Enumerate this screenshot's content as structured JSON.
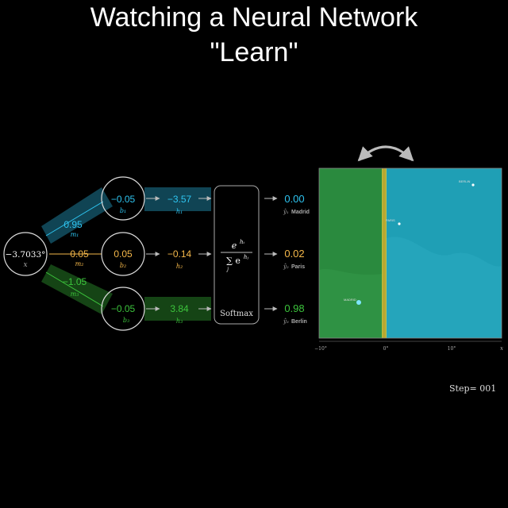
{
  "title": {
    "line1": "Watching a Neural Network",
    "line2": "\"Learn\""
  },
  "input": {
    "value": "−3.7033°",
    "var": "x"
  },
  "weights": [
    {
      "value": "0.95",
      "var": "m₁"
    },
    {
      "value": "0.05",
      "var": "m₂"
    },
    {
      "value": "−1.05",
      "var": "m₃"
    }
  ],
  "hidden": [
    {
      "bias": "−0.05",
      "bias_var": "b₁",
      "out": "−3.57",
      "out_var": "h₁"
    },
    {
      "bias": "0.05",
      "bias_var": "b₂",
      "out": "−0.14",
      "out_var": "h₂"
    },
    {
      "bias": "−0.05",
      "bias_var": "b₃",
      "out": "3.84",
      "out_var": "h₃"
    }
  ],
  "softmax": {
    "numerator": "e",
    "numerator_sup": "hᵢ",
    "denominator": "∑ e",
    "denominator_sup": "hⱼ",
    "sum_index": "j",
    "label": "Softmax"
  },
  "outputs": [
    {
      "value": "0.00",
      "var": "ŷ₁",
      "city": "Madrid"
    },
    {
      "value": "0.02",
      "var": "ŷ₂",
      "city": "Paris"
    },
    {
      "value": "0.98",
      "var": "ŷ₃",
      "city": "Berlin"
    }
  ],
  "map": {
    "cities": [
      "BERLIN",
      "PARIS",
      "MADRID"
    ],
    "ticks": [
      "−10°",
      "0°",
      "10°"
    ],
    "axis_var": "x"
  },
  "step": "Step= 001",
  "colors": {
    "blue": "#2ec4f0",
    "orange": "#f5b84a",
    "green": "#3cc43c",
    "map_green": "#2a8a3e",
    "map_blue": "#1f9fb5",
    "boundary": "#d9c63a"
  }
}
